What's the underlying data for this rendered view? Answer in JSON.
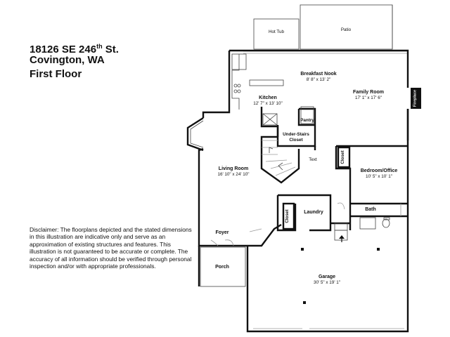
{
  "header": {
    "address_line_1_main": "18126 SE 246",
    "address_line_1_sup": "th",
    "address_line_1_tail": " St.",
    "city": "Covington, WA",
    "floor": "First Floor"
  },
  "disclaimer": "Disclaimer: The floorplans depicted and the stated dimensions in this illustration are indicative only and serve as an approximation of existing structures and features. This illustration is not guaranteed to be accurate or complete. The accuracy of all information should be verified through personal inspection and/or with appropriate professionals.",
  "rooms": {
    "hot_tub": {
      "name": "Hot Tub"
    },
    "patio": {
      "name": "Patio"
    },
    "breakfast_nook": {
      "name": "Breakfast Nook",
      "dims": "8' 8\" x 13' 2\""
    },
    "family_room": {
      "name": "Family Room",
      "dims": "17' 1\" x 17' 6\""
    },
    "fireplace": {
      "name": "Fireplace"
    },
    "kitchen": {
      "name": "Kitchen",
      "dims": "12' 7\" x 13' 10\""
    },
    "pantry": {
      "name": "Pantry"
    },
    "under_stairs_closet": {
      "name_line_1": "Under-Stairs",
      "name_line_2": "Closet"
    },
    "text_label": {
      "name": "Text"
    },
    "closet_bedroom": {
      "name": "Closet"
    },
    "bedroom_office": {
      "name": "Bedroom/Office",
      "dims": "10' 5\" x 10' 1\""
    },
    "living_room": {
      "name": "Living Room",
      "dims": "16' 10\" x 24' 10\""
    },
    "closet_laundry": {
      "name": "Closet"
    },
    "laundry": {
      "name": "Laundry"
    },
    "bath": {
      "name": "Bath"
    },
    "foyer": {
      "name": "Foyer"
    },
    "porch": {
      "name": "Porch"
    },
    "garage": {
      "name": "Garage",
      "dims": "30' 5\" x 19' 1\""
    }
  }
}
